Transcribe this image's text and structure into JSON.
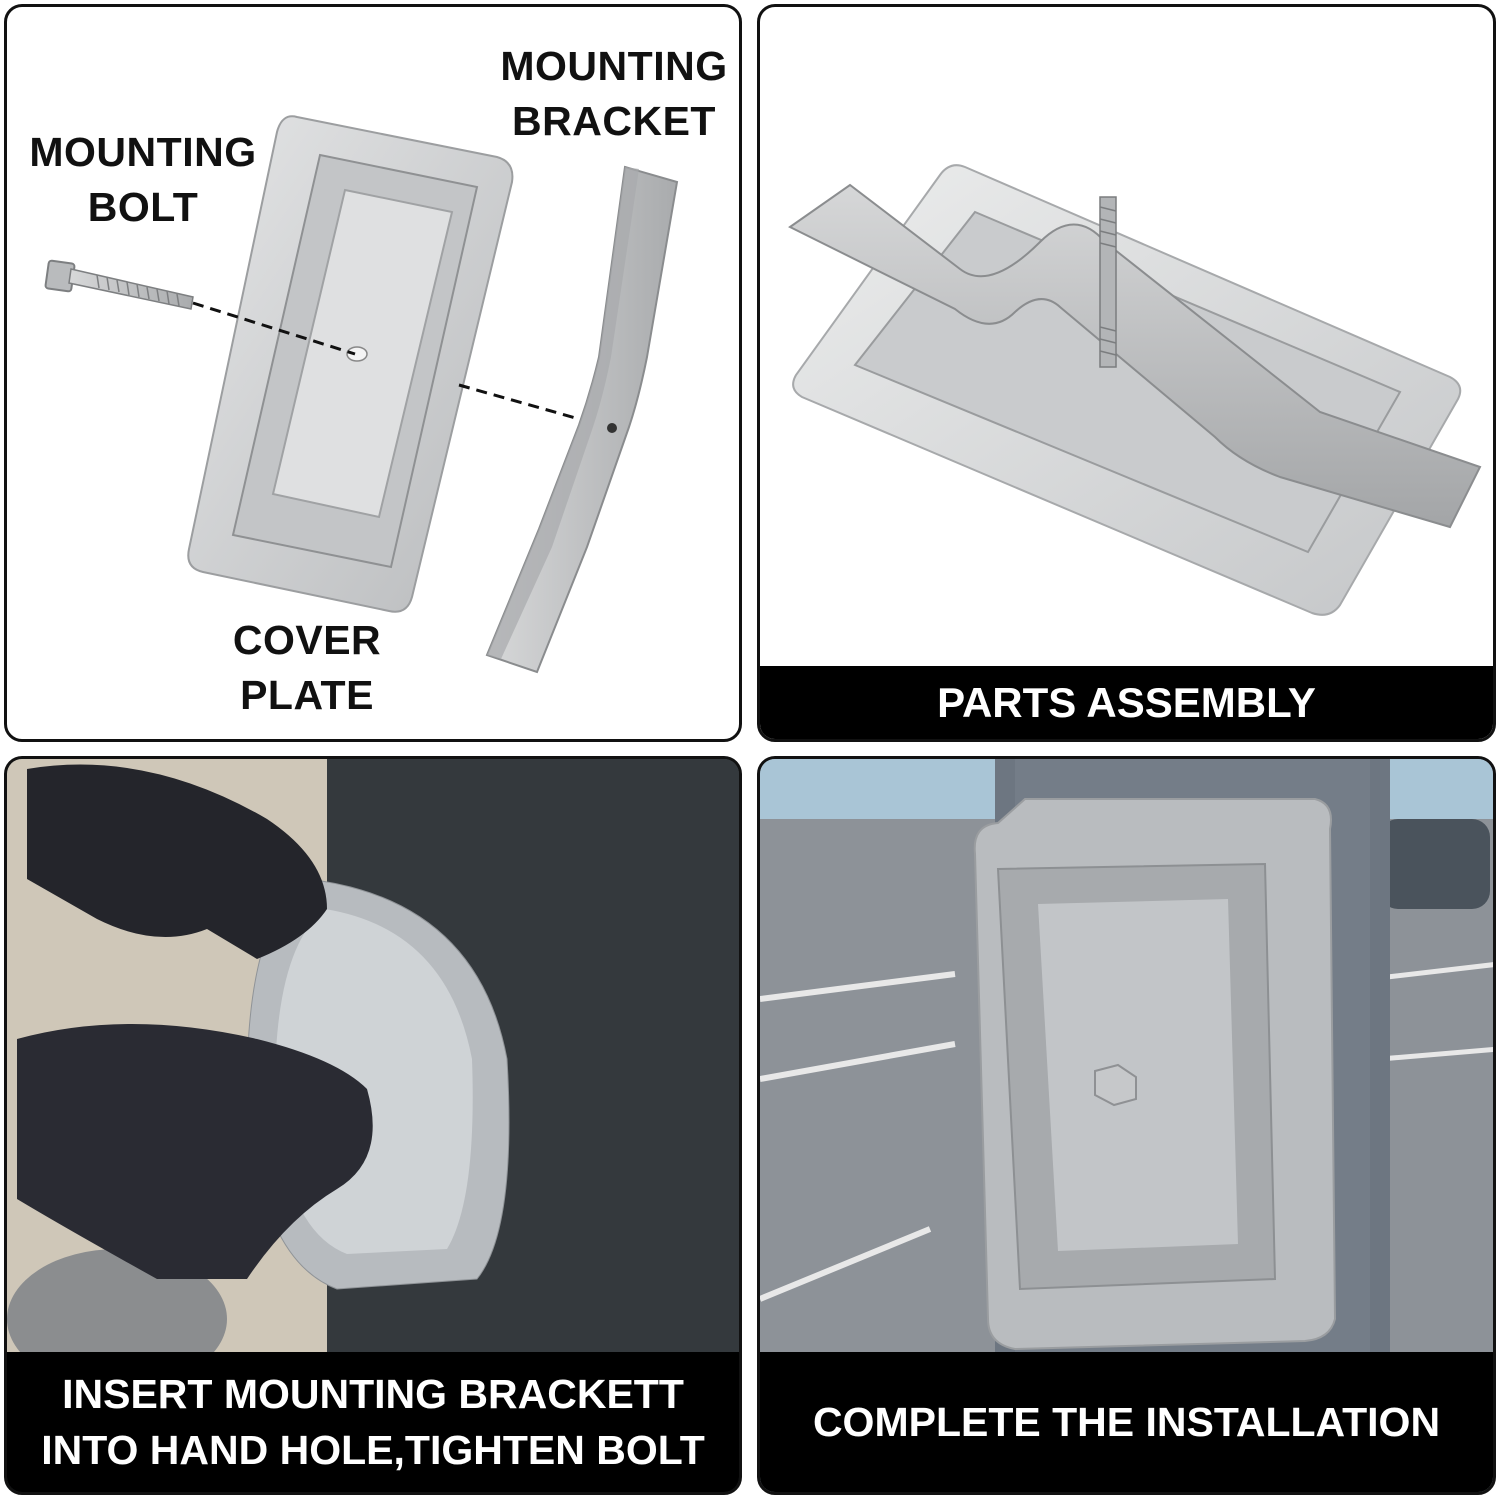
{
  "panels": {
    "exploded": {
      "labels": {
        "mounting_bolt_1": "MOUNTING",
        "mounting_bolt_2": "BOLT",
        "mounting_bracket_1": "MOUNTING",
        "mounting_bracket_2": "BRACKET",
        "cover_plate_1": "COVER",
        "cover_plate_2": "PLATE"
      }
    },
    "assembly": {
      "caption": "PARTS ASSEMBLY"
    },
    "insert": {
      "caption_line1": "INSERT MOUNTING BRACKETT",
      "caption_line2": "INTO HAND HOLE,TIGHTEN BOLT"
    },
    "complete": {
      "caption": "COMPLETE THE INSTALLATION"
    }
  },
  "colors": {
    "frame": "#111111",
    "caption_bg": "#000000",
    "caption_text": "#ffffff",
    "metal": "#c9cbcd"
  }
}
